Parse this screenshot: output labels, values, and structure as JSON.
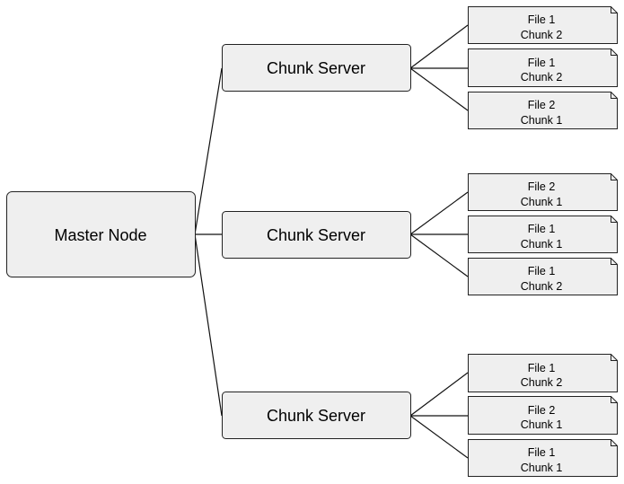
{
  "master": {
    "label": "Master Node"
  },
  "servers": [
    {
      "label": "Chunk Server",
      "chunks": [
        {
          "line1": "File 1",
          "line2": "Chunk 2"
        },
        {
          "line1": "File 1",
          "line2": "Chunk 2"
        },
        {
          "line1": "File 2",
          "line2": "Chunk 1"
        }
      ]
    },
    {
      "label": "Chunk Server",
      "chunks": [
        {
          "line1": "File 2",
          "line2": "Chunk 1"
        },
        {
          "line1": "File 1",
          "line2": "Chunk 1"
        },
        {
          "line1": "File 1",
          "line2": "Chunk 2"
        }
      ]
    },
    {
      "label": "Chunk Server",
      "chunks": [
        {
          "line1": "File 1",
          "line2": "Chunk 2"
        },
        {
          "line1": "File 2",
          "line2": "Chunk 1"
        },
        {
          "line1": "File 1",
          "line2": "Chunk 1"
        }
      ]
    }
  ]
}
